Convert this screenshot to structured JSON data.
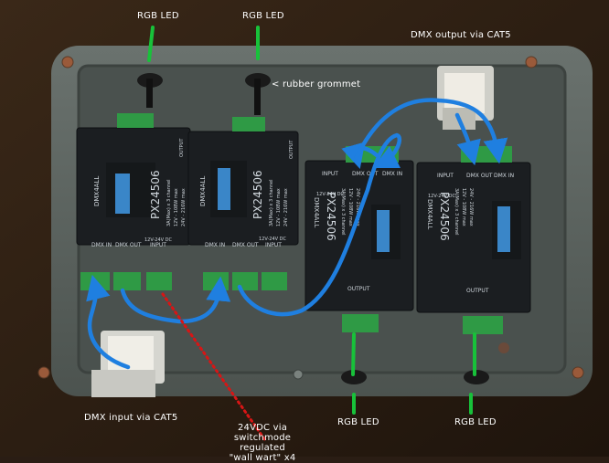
{
  "annotations": {
    "rgb_led_1": "RGB LED",
    "rgb_led_2": "RGB LED",
    "dmx_output": "DMX output via CAT5",
    "rubber_grommet": "< rubber grommet",
    "dmx_input": "DMX input via CAT5",
    "psu_line1": "24VDC via",
    "psu_line2": "switchmode regulated",
    "psu_line3": "\"wall wart\"   x4",
    "rgb_led_3": "RGB LED",
    "rgb_led_4": "RGB LED"
  },
  "modules": [
    {
      "model": "PX24506",
      "brand": "DMX4ALL",
      "spec1": "3A(Max) x 3 channel",
      "spec2": "12V - 108W max",
      "spec3": "24V - 216W max",
      "port_dmx_in": "DMX IN",
      "port_dmx_out": "DMX OUT",
      "port_input": "INPUT",
      "supply": "12V-24V DC",
      "port_output": "OUTPUT"
    },
    {
      "model": "PX24506",
      "brand": "DMX4ALL",
      "spec1": "3A(Max) x 3 channel",
      "spec2": "12V - 108W max",
      "spec3": "24V - 216W max",
      "port_dmx_in": "DMX IN",
      "port_dmx_out": "DMX OUT",
      "port_input": "INPUT",
      "supply": "12V-24V DC",
      "port_output": "OUTPUT"
    },
    {
      "model": "PX24506",
      "brand": "DMX4ALL",
      "spec1": "3A(Max) x 3 channel",
      "spec2": "12V - 108W max",
      "spec3": "24V - 216W max",
      "port_dmx_in": "DMX IN",
      "port_dmx_out": "DMX OUT",
      "port_input": "INPUT",
      "supply": "12V-24V DC",
      "port_output": "OUTPUT"
    },
    {
      "model": "PX24506",
      "brand": "DMX4ALL",
      "spec1": "3A(Max) x 3 channel",
      "spec2": "12V - 108W max",
      "spec3": "24V - 216W max",
      "port_dmx_in": "DMX IN",
      "port_dmx_out": "DMX OUT",
      "port_input": "INPUT",
      "supply": "12V-24V DC",
      "port_output": "OUTPUT"
    }
  ],
  "colors": {
    "enclosure": "#59605c",
    "enclosure_inner": "#4b524f",
    "module_body": "#1b1e21",
    "terminal_green": "#2f9a45",
    "dip_blue": "#3a86c8",
    "arrow_blue": "#1f7fe0",
    "led_wire_green": "#18c13a",
    "power_dots_red": "#d81515",
    "label_text": "#ffffff"
  }
}
